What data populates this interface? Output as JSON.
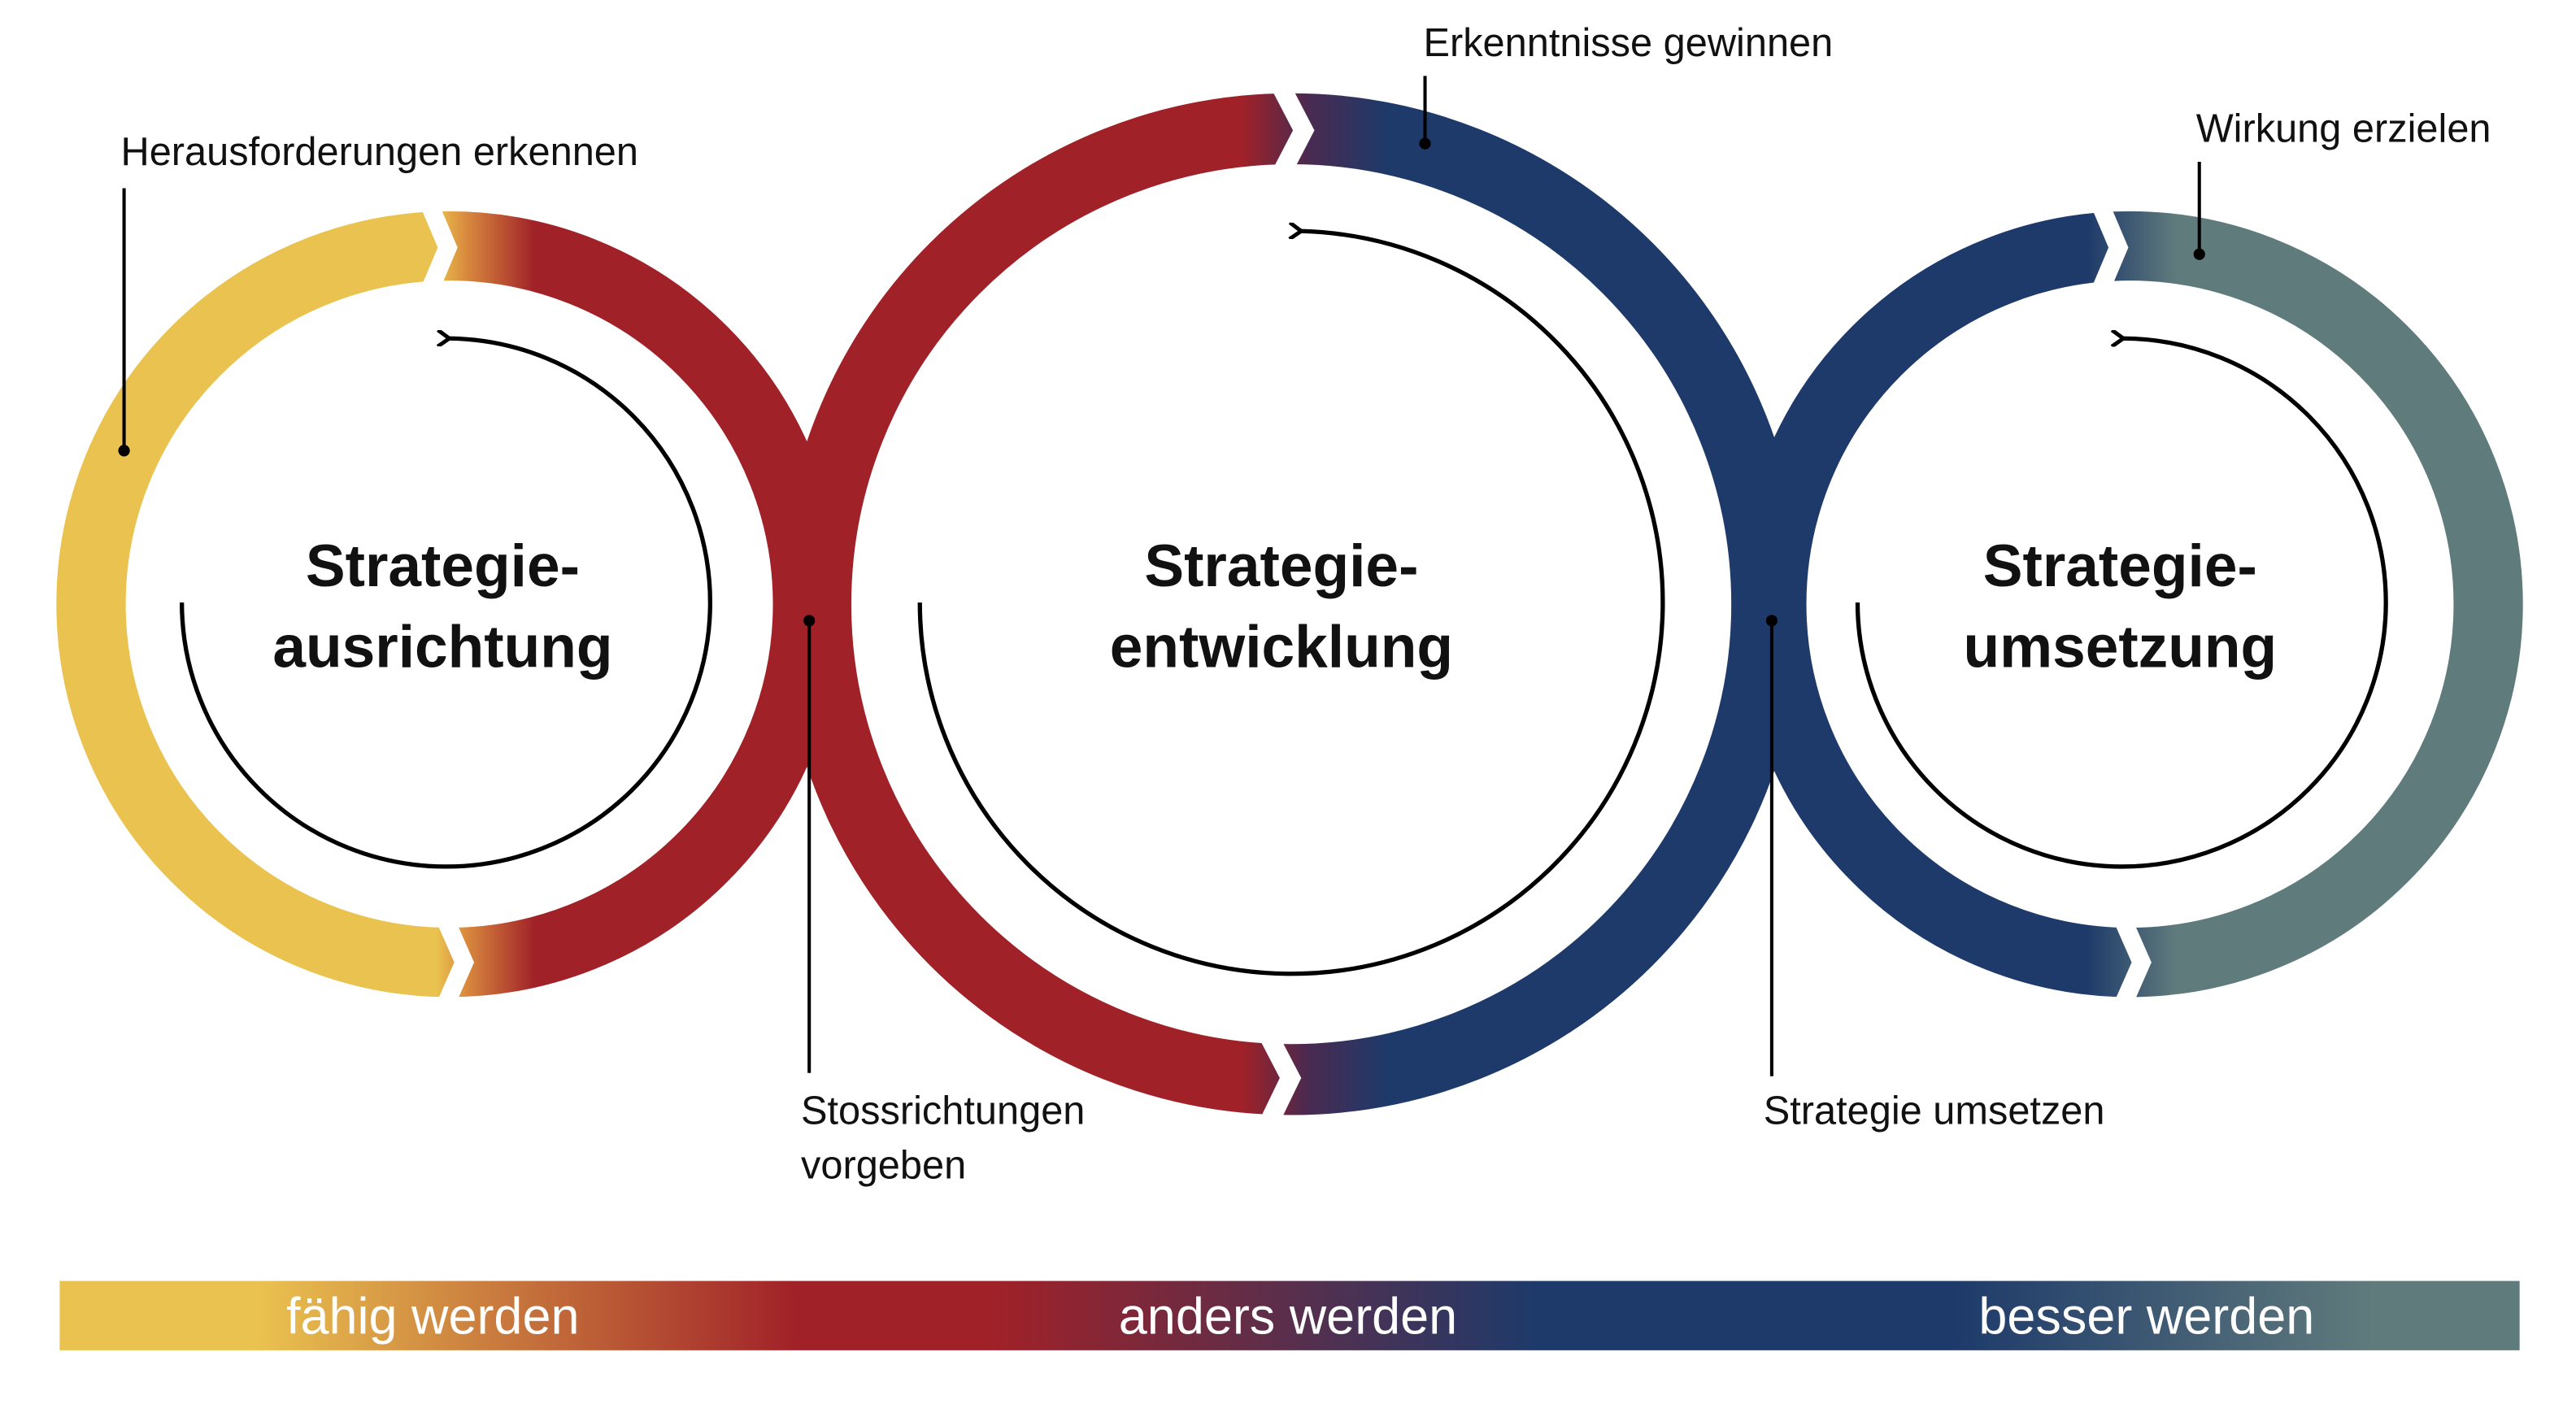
{
  "colors": {
    "yellow": "#EAC24F",
    "red": "#A02128",
    "navy": "#1E3A6A",
    "teal": "#607B7C"
  },
  "cycles": [
    {
      "title_line1": "Strategie-",
      "title_line2": "ausrichtung"
    },
    {
      "title_line1": "Strategie-",
      "title_line2": "entwicklung"
    },
    {
      "title_line1": "Strategie-",
      "title_line2": "umsetzung"
    }
  ],
  "labels": {
    "challenges": "Herausforderungen erkennen",
    "insights": "Erkenntnisse gewinnen",
    "impact": "Wirkung erzielen",
    "directions_line1": "Stossrichtungen",
    "directions_line2": "vorgeben",
    "implement": "Strategie umsetzen"
  },
  "bar": [
    "fähig werden",
    "anders werden",
    "besser werden"
  ]
}
